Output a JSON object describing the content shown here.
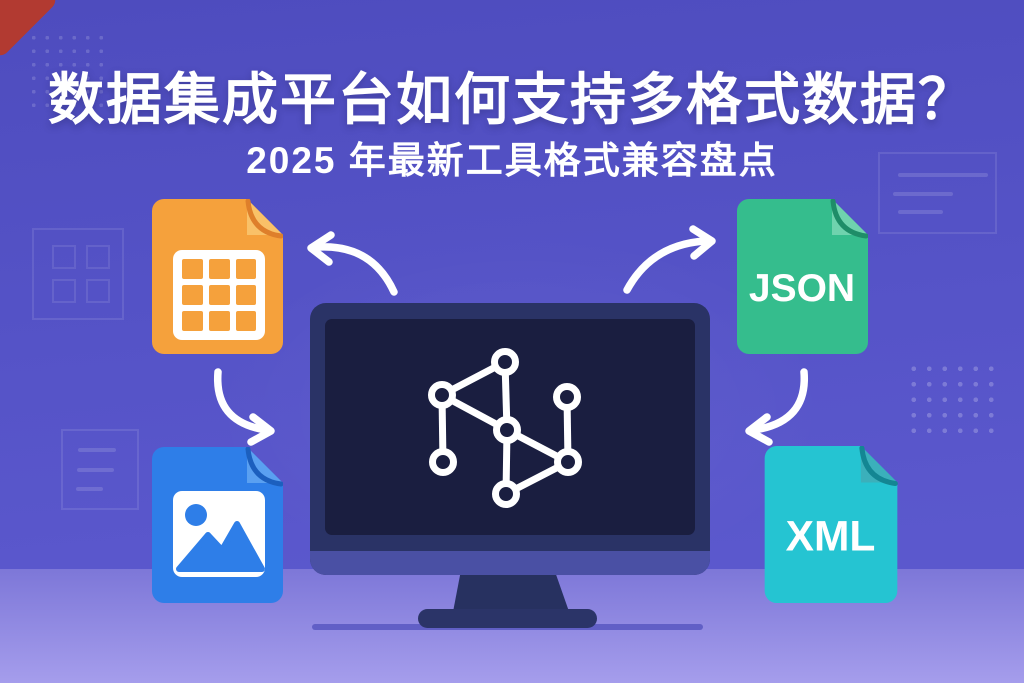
{
  "banner": {
    "title": "数据集成平台如何支持多格式数据？",
    "subtitle": "2025 年最新工具格式兼容盘点"
  },
  "center": {
    "device": "desktop-monitor",
    "screen_icon": "network-graph-icon"
  },
  "format_icons": {
    "spreadsheet": {
      "name": "spreadsheet-file-icon",
      "color": "#F5A13C"
    },
    "json": {
      "name": "json-file-icon",
      "label": "JSON",
      "color": "#35BD8D"
    },
    "image": {
      "name": "image-file-icon",
      "color": "#2E7EE8"
    },
    "xml": {
      "name": "xml-file-icon",
      "label": "XML",
      "color": "#25C4D2"
    }
  },
  "arrows": {
    "count": 4,
    "color": "#FFFFFF",
    "names": [
      "arrow-to-spreadsheet",
      "arrow-spreadsheet-down",
      "arrow-to-json",
      "arrow-json-down"
    ]
  },
  "colors": {
    "background_top": "#4E4CBE",
    "background_bottom": "#5B58CD",
    "floor_top": "#7D77D8",
    "floor_bottom": "#A59DEC",
    "corner_accent": "#B23A31",
    "monitor_bezel": "#2A3366",
    "monitor_screen": "#1A1E40",
    "monitor_chin": "#4A50A4",
    "desk_line": "#615FC6",
    "title_text": "#FFFFFF"
  }
}
